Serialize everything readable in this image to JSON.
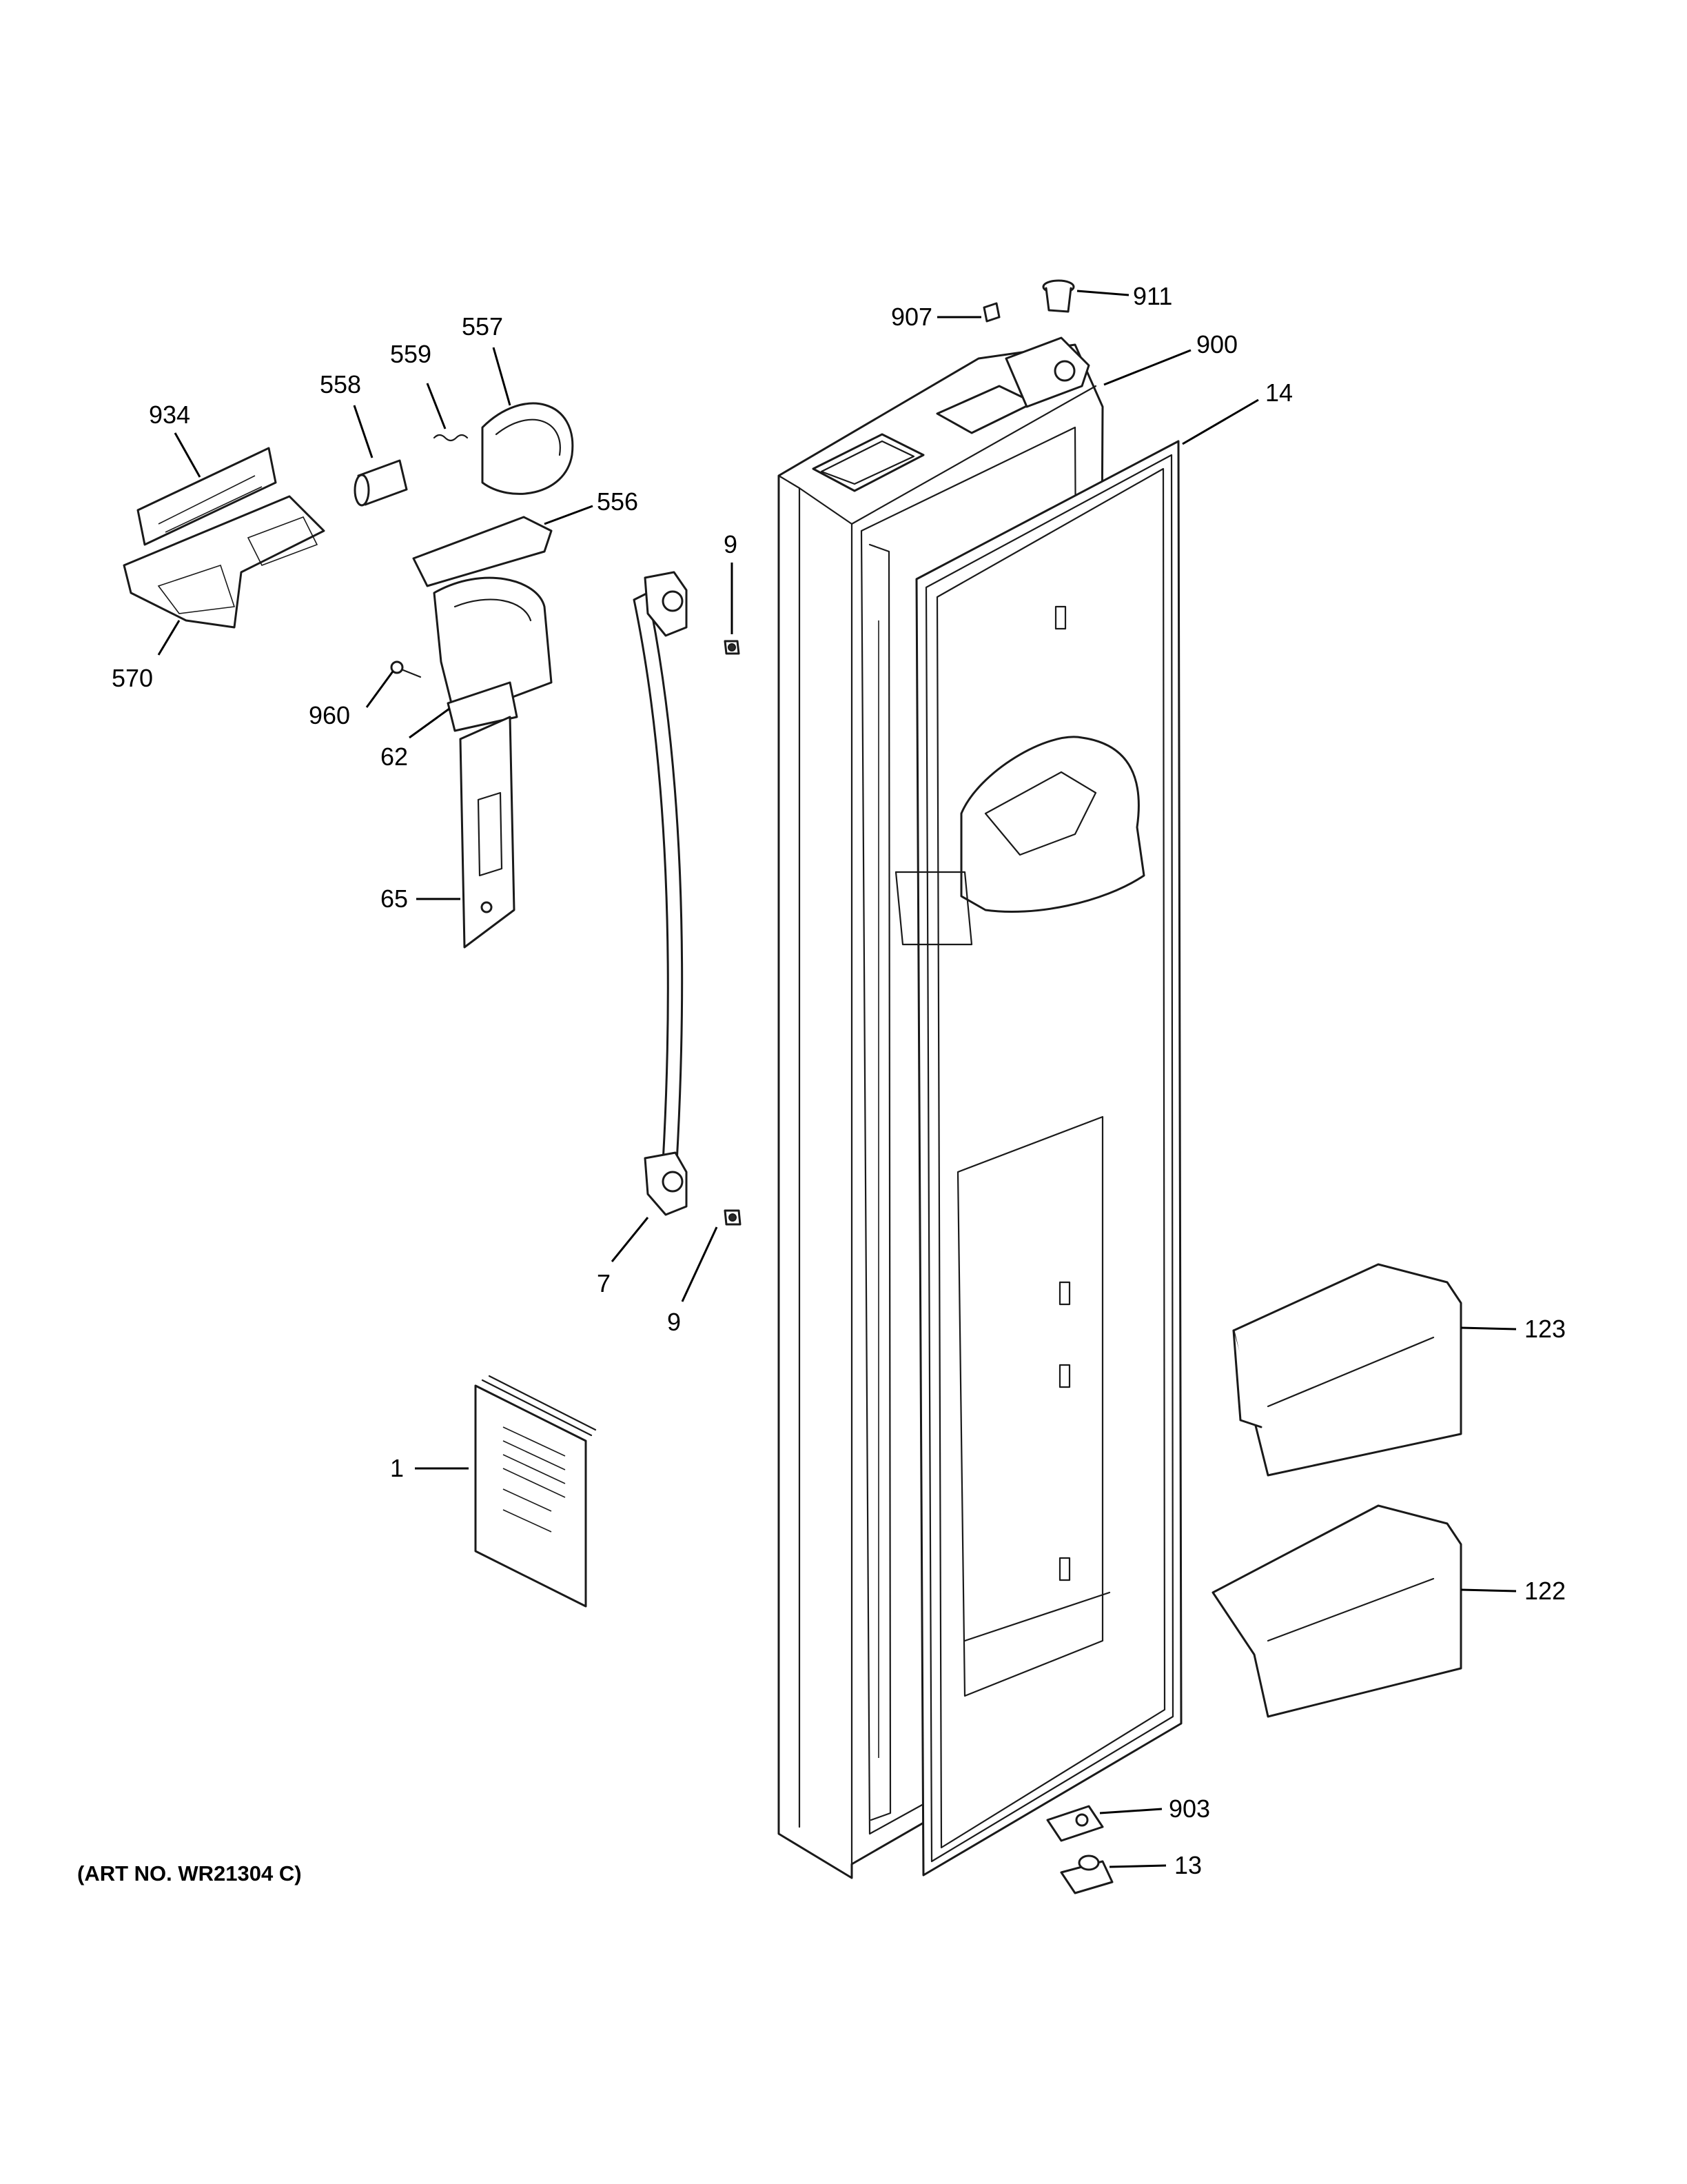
{
  "art_number": "(ART NO. WR21304 C)",
  "callouts": {
    "p907": "907",
    "p911": "911",
    "p900": "900",
    "p14": "14",
    "p557": "557",
    "p559": "559",
    "p558": "558",
    "p934": "934",
    "p556": "556",
    "p570": "570",
    "p9_top": "9",
    "p960": "960",
    "p62": "62",
    "p65": "65",
    "p7": "7",
    "p9_bottom": "9",
    "p123": "123",
    "p1": "1",
    "p122": "122",
    "p903": "903",
    "p13": "13"
  }
}
